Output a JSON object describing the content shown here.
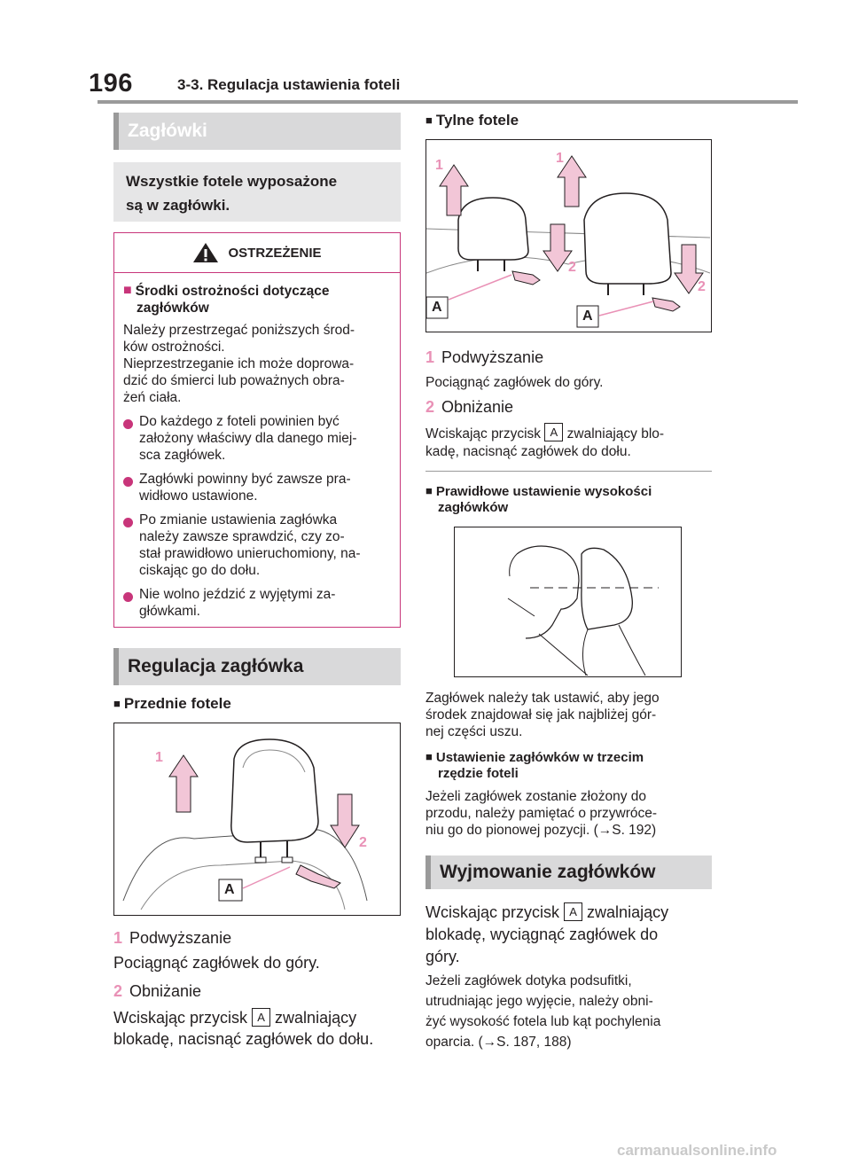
{
  "header": {
    "page_number": "196",
    "section": "3-3. Regulacja ustawienia foteli"
  },
  "left": {
    "heading1": "Zagłówki",
    "grey_box_line1": "Wszystkie fotele wyposażone",
    "grey_box_line2": "są w zagłówki.",
    "warning": {
      "title": "OSTRZEŻENIE",
      "sub_line1": "Środki ostrożności dotyczące",
      "sub_line2": "zagłówków",
      "intro_lines": [
        "Należy przestrzegać poniższych środ-",
        "ków ostrożności.",
        "Nieprzestrzeganie ich może doprowa-",
        "dzić do śmierci lub poważnych obra-",
        "żeń ciała."
      ],
      "bullets": [
        [
          "Do każdego z foteli powinien być",
          "założony właściwy dla danego miej-",
          "sca zagłówek."
        ],
        [
          "Zagłówki powinny być zawsze pra-",
          "widłowo ustawione."
        ],
        [
          "Po zmianie ustawienia zagłówka",
          "należy zawsze sprawdzić, czy zo-",
          "stał prawidłowo unieruchomiony, na-",
          "ciskając go do dołu."
        ],
        [
          "Nie wolno jeździć z wyjętymi za-",
          "główkami."
        ]
      ]
    },
    "heading2": "Regulacja zagłówka",
    "front_title": "Przednie fotele",
    "fig_labels": {
      "n1": "1",
      "n2": "2",
      "a": "A"
    },
    "step1_num": "1",
    "step1_label": "Podwyższanie",
    "step1_text": "Pociągnąć zagłówek do góry.",
    "step2_num": "2",
    "step2_label": "Obniżanie",
    "step2_text_a": "Wciskając przycisk",
    "step2_box": "A",
    "step2_text_b": "zwalniający",
    "step2_text_c": "blokadę, nacisnąć zagłówek do dołu."
  },
  "right": {
    "rear_title": "Tylne fotele",
    "step1_num": "1",
    "step1_label": "Podwyższanie",
    "step1_text": "Pociągnąć zagłówek do góry.",
    "step2_num": "2",
    "step2_label": "Obniżanie",
    "step2_text_a": "Wciskając przycisk",
    "step2_box": "A",
    "step2_text_b": "zwalniający blo-",
    "step2_text_c": "kadę, nacisnąć zagłówek do dołu.",
    "height_title_1": "Prawidłowe ustawienie wysokości",
    "height_title_2": "zagłówków",
    "height_text": [
      "Zagłówek należy tak ustawić, aby jego",
      "środek znajdował się jak najbliżej gór-",
      "nej części uszu."
    ],
    "third_title_1": "Ustawienie zagłówków w trzecim",
    "third_title_2": "rzędzie foteli",
    "third_text": [
      "Jeżeli zagłówek zostanie złożony do",
      "przodu, należy pamiętać o przywróce-",
      "niu go do pionowej pozycji. (→S. 192)"
    ],
    "heading3": "Wyjmowanie zagłówków",
    "remove_a": "Wciskając przycisk",
    "remove_box": "A",
    "remove_b": "zwalniający",
    "remove_c": "blokadę, wyciągnąć zagłówek do",
    "remove_d": "góry.",
    "remove_note": [
      "Jeżeli zagłówek dotyka podsufitki,",
      "utrudniając jego wyjęcie, należy obni-",
      "żyć wysokość fotela lub kąt pochylenia",
      "oparcia. (→S. 187, 188)"
    ]
  },
  "watermark": "carmanualsonline.info",
  "colors": {
    "accent_pink": "#e991b6",
    "warn_border": "#c8357a",
    "heading_grey": "#d9d9da"
  }
}
